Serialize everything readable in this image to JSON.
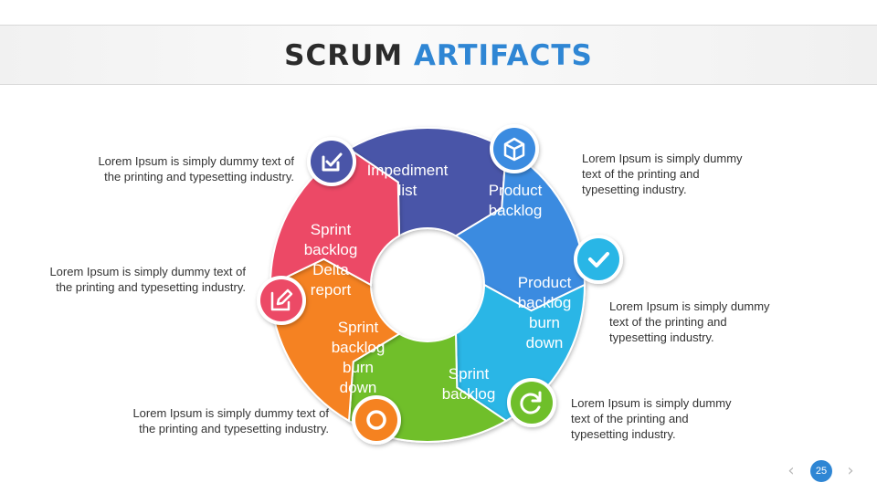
{
  "title": {
    "part1": "SCRUM",
    "part2": "ARTIFACTS"
  },
  "segments": [
    {
      "label_lines": [
        "Impediment",
        "list"
      ],
      "color": "#4a55a8",
      "icon": "checkbox-icon"
    },
    {
      "label_lines": [
        "Product",
        "backlog"
      ],
      "color": "#3b8be0",
      "icon": "box-icon"
    },
    {
      "label_lines": [
        "Product",
        "backlog",
        "burn",
        "down"
      ],
      "color": "#29b6e6",
      "icon": "check-icon"
    },
    {
      "label_lines": [
        "Sprint",
        "backlog"
      ],
      "color": "#6fbf2a",
      "icon": "refresh-icon"
    },
    {
      "label_lines": [
        "Sprint",
        "backlog",
        "burn",
        "down"
      ],
      "color": "#f58220",
      "icon": "circle-icon"
    },
    {
      "label_lines": [
        "Sprint",
        "backlog",
        "Delta",
        "report"
      ],
      "color": "#ec4a66",
      "icon": "edit-icon"
    }
  ],
  "descriptions": [
    "Lorem Ipsum is simply dummy text of the printing and typesetting industry.",
    "Lorem Ipsum is simply dummy text of the printing and typesetting industry.",
    "Lorem Ipsum is simply dummy text of the printing and typesetting industry.",
    "Lorem Ipsum is simply dummy text of the printing and typesetting industry.",
    "Lorem Ipsum is simply dummy text of the printing and typesetting industry.",
    "Lorem Ipsum is simply dummy text of the printing and typesetting industry."
  ],
  "footer": {
    "page_number": "25",
    "prev_icon": "chevron-left-icon",
    "next_icon": "chevron-right-icon"
  }
}
